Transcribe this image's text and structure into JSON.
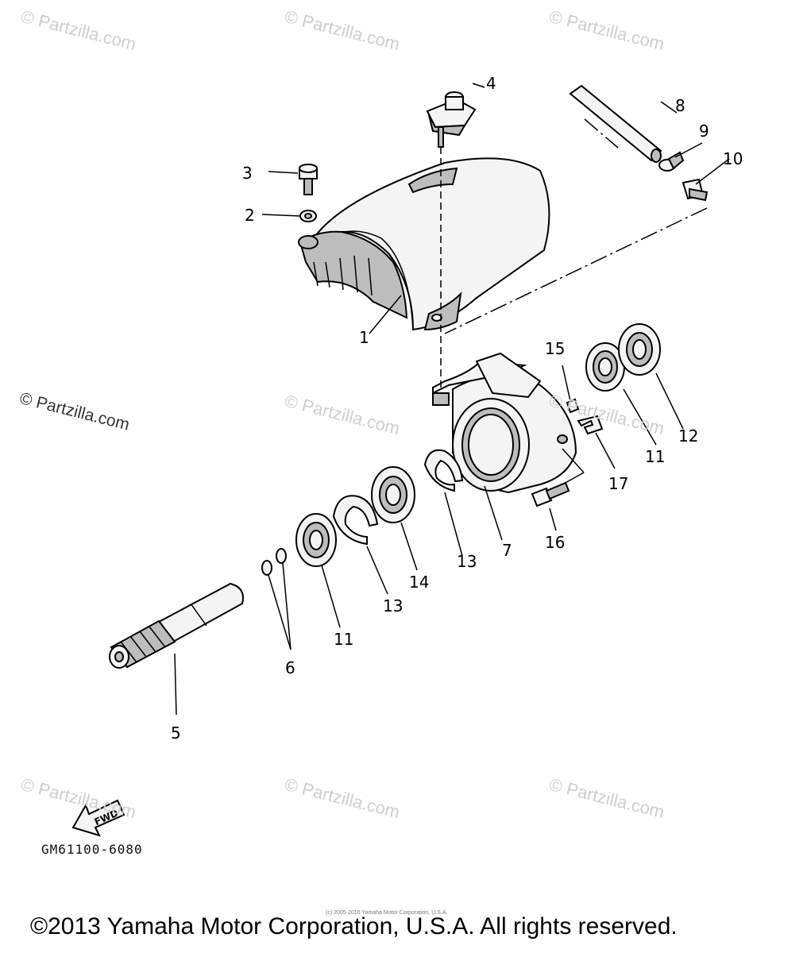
{
  "watermarks": [
    "© Partzilla.com",
    "© Partzilla.com",
    "© Partzilla.com",
    "© Partzilla.com",
    "© Partzilla.com",
    "© Partzilla.com",
    "© Partzilla.com",
    "© Partzilla.com",
    "© Partzilla.com"
  ],
  "callouts": {
    "c1": "1",
    "c2": "2",
    "c3": "3",
    "c4": "4",
    "c5": "5",
    "c6": "6",
    "c7": "7",
    "c8": "8",
    "c9": "9",
    "c10": "10",
    "c11a": "11",
    "c11b": "11",
    "c12": "12",
    "c13a": "13",
    "c13b": "13",
    "c14": "14",
    "c15": "15",
    "c16": "16",
    "c17": "17"
  },
  "fwd_label": "FWD",
  "diagram_code": "GM61100-6080",
  "small_notice": "(c) 2005-2016 Yamaha Motor Corporation, U.S.A.",
  "copyright": "©2013 Yamaha Motor Corporation, U.S.A. All rights reserved."
}
